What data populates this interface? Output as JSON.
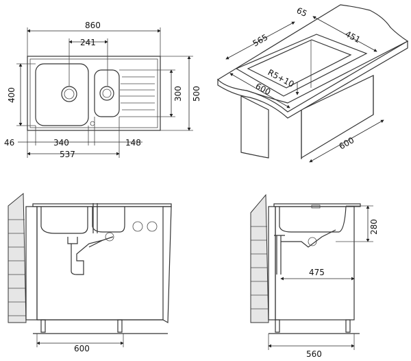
{
  "plan_view": {
    "overall_width": "860",
    "bowl_center_distance": "241",
    "bowl_depth": "400",
    "small_bowl_depth": "300",
    "overall_depth": "500",
    "edge_offset": "46",
    "main_bowl_width": "340",
    "small_bowl_offset": "148",
    "bowls_width": "537"
  },
  "cutout_view": {
    "rim": "65",
    "cutout_length": "565",
    "cutout_width": "451",
    "radius": "R5+10",
    "worktop_depth": "600",
    "cabinet_depth": "600"
  },
  "front_elevation": {
    "cabinet_width": "600"
  },
  "side_elevation": {
    "bowl_height": "280",
    "drain_depth": "475",
    "cabinet_depth": "560"
  }
}
